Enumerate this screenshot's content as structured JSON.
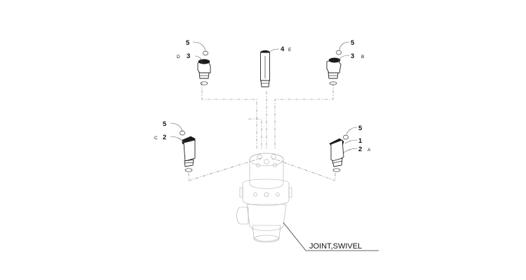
{
  "title": "JOINT,SWIVEL",
  "callouts": {
    "d_num5": "5",
    "d_num3": "3",
    "d_letter": "D",
    "e_num4": "4",
    "e_letter": "E",
    "b_num5": "5",
    "b_num3": "3",
    "b_letter": "B",
    "c_num5": "5",
    "c_num2": "2",
    "c_letter": "C",
    "a_num5": "5",
    "a_num1": "1",
    "a_num2": "2",
    "a_letter": "A"
  }
}
